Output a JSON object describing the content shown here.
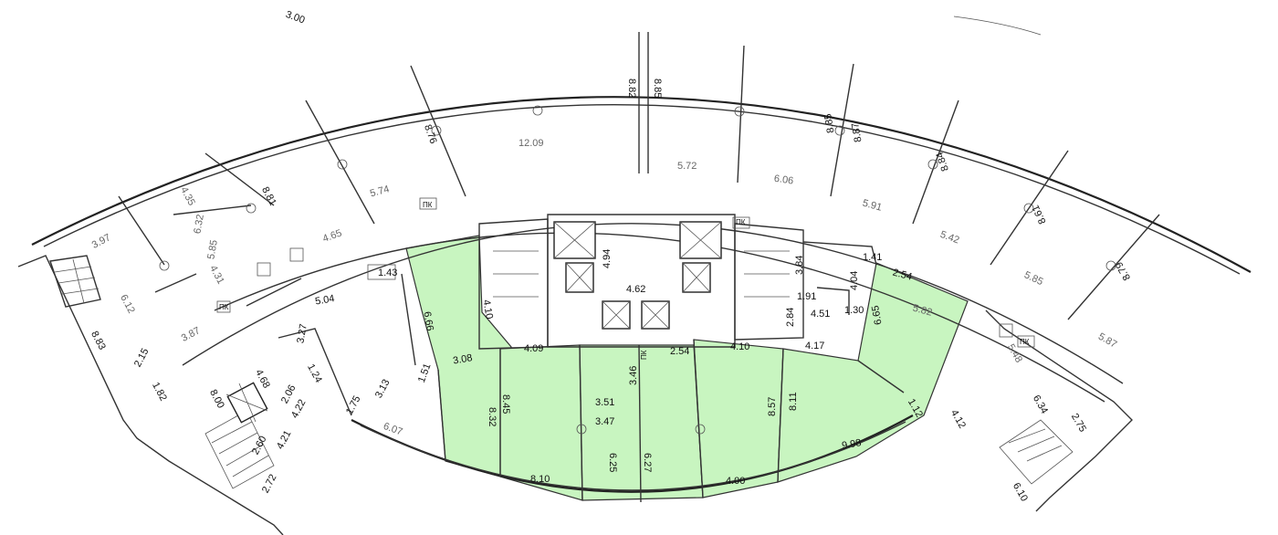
{
  "colors": {
    "highlight": "#c8f5c0",
    "line": "#333333"
  },
  "labels": {
    "outer": [
      "3.00",
      "3.97",
      "4.35",
      "6.32",
      "5.85",
      "4.31",
      "6.12",
      "8.83",
      "2.15",
      "3.87",
      "8.81",
      "4.65",
      "8.76",
      "5.74",
      "12.09",
      "8.82",
      "8.85",
      "5.72",
      "6.06",
      "8.85",
      "8.87",
      "5.91",
      "8.84",
      "5.42",
      "8.61",
      "5.85",
      "8.79",
      "5.87"
    ],
    "inner": [
      "1.43",
      "5.04",
      "3.27",
      "1.24",
      "4.68",
      "2.06",
      "4.22",
      "1.82",
      "8.00",
      "2.60",
      "4.21",
      "2.72",
      "1.75",
      "3.13",
      "6.07",
      "1.51",
      "6.66",
      "4.10",
      "3.08",
      "8.32",
      "4.09",
      "8.45",
      "8.10",
      "4.94",
      "4.62",
      "3.46",
      "3.51",
      "3.47",
      "6.25",
      "6.27",
      "2.54",
      "4.10",
      "8.57",
      "4.00",
      "8.11",
      "3.84",
      "1.41",
      "4.04",
      "1.91",
      "4.51",
      "1.30",
      "2.84",
      "4.17",
      "6.65",
      "2.54",
      "5.82",
      "9.98",
      "1.12",
      "5.48",
      "4.12",
      "6.34",
      "2.75",
      "6.10"
    ]
  },
  "marks": {
    "pk": "ПК"
  }
}
